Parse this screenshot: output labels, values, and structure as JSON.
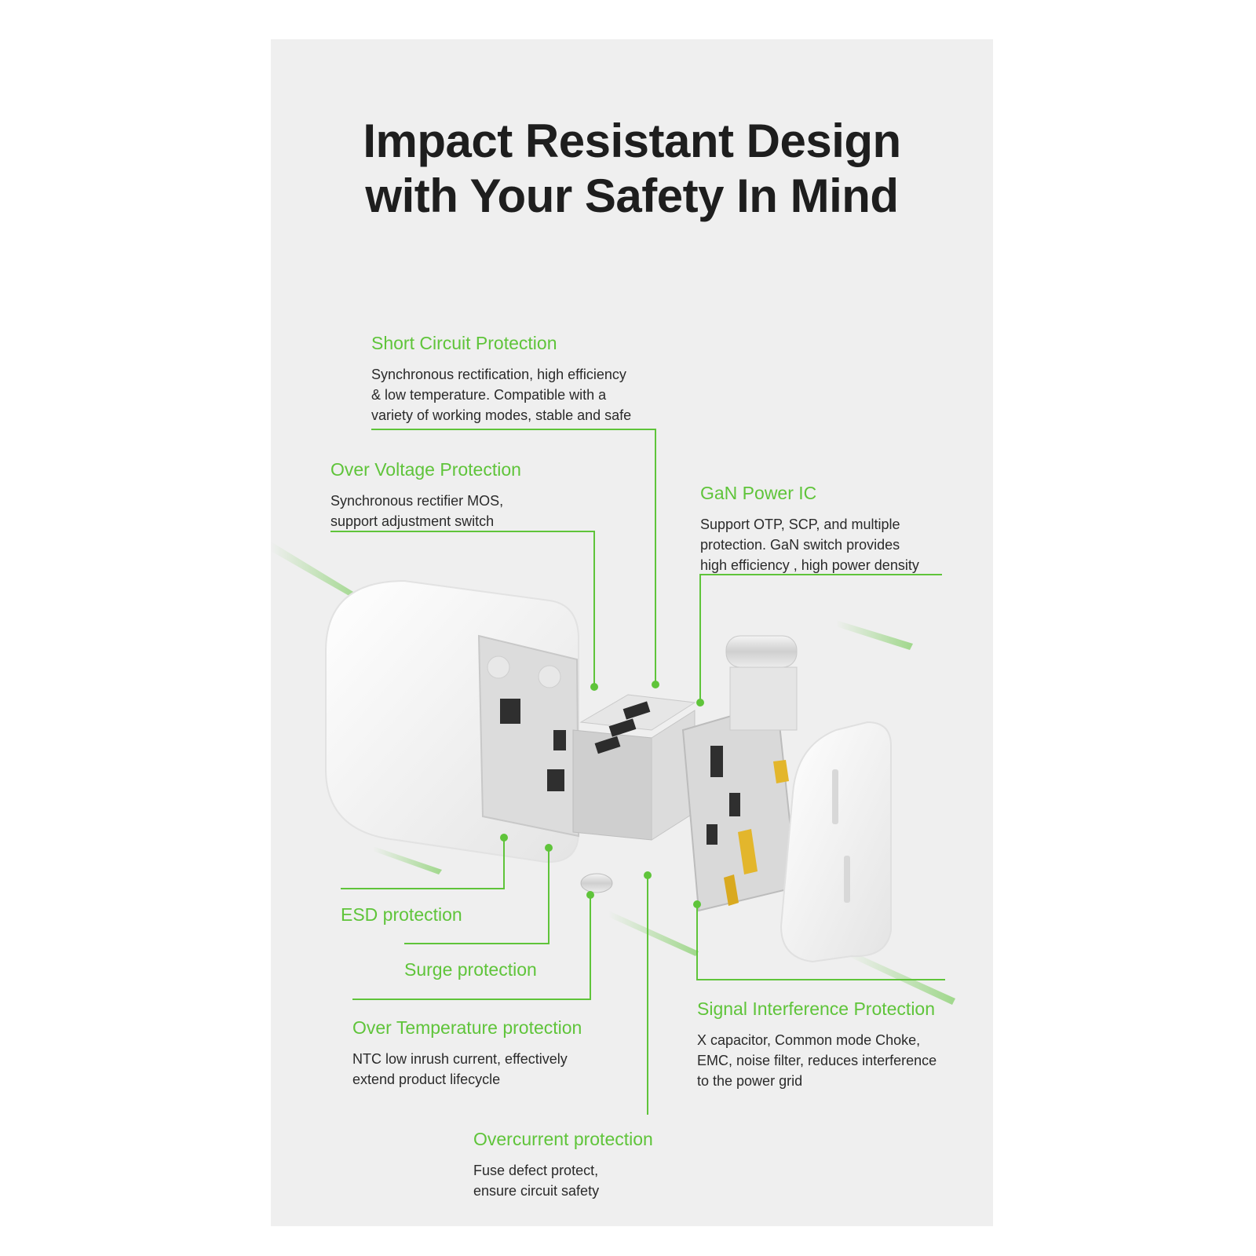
{
  "title": {
    "line1": "Impact Resistant Design",
    "line2": "with Your Safety In Mind"
  },
  "colors": {
    "accent_green": "#5fc43a",
    "panel_bg": "#efefef",
    "title_text": "#1e1e1e",
    "body_text": "#2a2a2a"
  },
  "labels": {
    "short_circuit": {
      "heading": "Short Circuit Protection",
      "lines": [
        "Synchronous rectification, high efficiency",
        "& low temperature. Compatible with a",
        "variety of working modes, stable and safe"
      ]
    },
    "over_voltage": {
      "heading": "Over Voltage Protection",
      "lines": [
        "Synchronous rectifier MOS,",
        "support adjustment switch"
      ]
    },
    "gan": {
      "heading": "GaN Power IC",
      "lines": [
        "Support OTP, SCP, and multiple",
        "protection. GaN switch provides",
        "high efficiency , high power density"
      ]
    },
    "esd": {
      "heading": "ESD protection"
    },
    "surge": {
      "heading": "Surge protection"
    },
    "over_temp": {
      "heading": "Over Temperature protection",
      "lines": [
        "NTC low inrush current, effectively",
        "extend product lifecycle"
      ]
    },
    "signal": {
      "heading": "Signal Interference Protection",
      "lines": [
        "X capacitor, Common mode Choke,",
        "EMC, noise filter, reduces interference",
        "to the power grid"
      ]
    },
    "overcurrent": {
      "heading": "Overcurrent protection",
      "lines": [
        "Fuse defect protect,",
        "ensure circuit safety"
      ]
    }
  }
}
